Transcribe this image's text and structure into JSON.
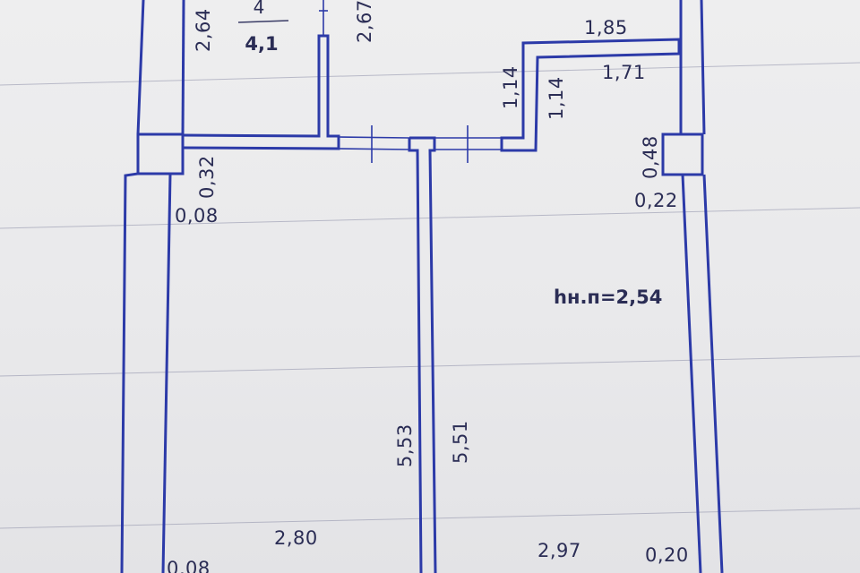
{
  "plan": {
    "room": {
      "number": "4",
      "area": "4,1"
    },
    "ceiling_height": "hн.п=2,54",
    "dimensions": {
      "room4_height_left": "2,64",
      "room4_height_right": "2,67",
      "top_right_outer": "1,85",
      "top_right_inner": "1,71",
      "niche_left": "1,14",
      "niche_right": "1,14",
      "column_left": "0,32",
      "wall_left_upper": "0,08",
      "column_right": "0,48",
      "wall_right_upper": "0,22",
      "partition_left": "5,53",
      "partition_right": "5,51",
      "room_left_width": "2,80",
      "room_right_width": "2,97",
      "wall_right_lower": "0,20",
      "wall_left_lower": "0,08"
    },
    "colors": {
      "wall": "#2c3aa8",
      "text": "#2b2d55",
      "paper": "#eeeeef"
    }
  }
}
